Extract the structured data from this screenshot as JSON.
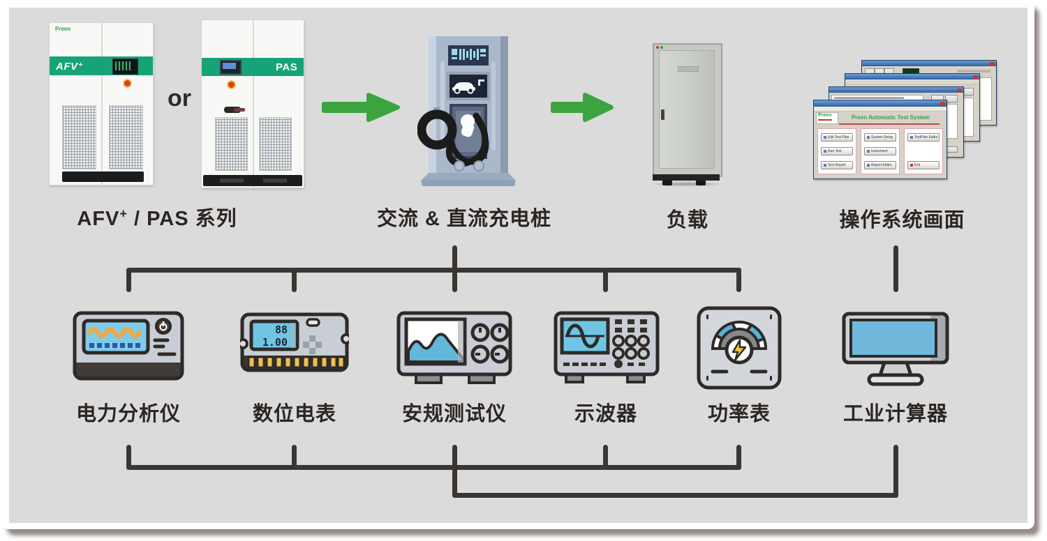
{
  "frame": {
    "background": "#dbdbdb",
    "border": "#ffffff",
    "shadow": "#70665f"
  },
  "colors": {
    "band_green": "#15a377",
    "arrow_green": "#3ba440",
    "connector_dark": "#3a3531",
    "caption_text": "#2c2522",
    "screen_blue": "#6ec6e4",
    "wave_orange": "#f3a73c",
    "pin_gold": "#eec04c",
    "gauge_blue": "#57b3d8",
    "bolt_yellow": "#f5c53a",
    "window_titlebar_blue": "#2f5f9e",
    "window_title_green": "#3f9e3f"
  },
  "top_row": {
    "brand": "Preen",
    "cabinet_left_badge": "AFV⁺",
    "cabinet_right_badge": "PAS",
    "or_label": "or",
    "caption_source": {
      "part1": "AFV",
      "sup": "+",
      "part2": "/ PAS 系列"
    },
    "caption_charger": "交流 & 直流充电桩",
    "caption_load": "负载",
    "caption_os": "操作系统画面"
  },
  "os_window": {
    "logo": "Preen",
    "title": "Preen Automatic Test System",
    "buttons_col1": [
      "Edit Test Plan",
      "Run Test",
      "Test Report"
    ],
    "buttons_col2": [
      "System Setup",
      "Instrument",
      "Report Editor"
    ],
    "buttons_col3": [
      "TestPlan Editor",
      "Exit"
    ]
  },
  "instruments": [
    {
      "id": "power-analyzer",
      "label": "电力分析仪"
    },
    {
      "id": "digital-meter",
      "label": "数位电表",
      "lcd_line1": "88",
      "lcd_line2": "1.00"
    },
    {
      "id": "safety-tester",
      "label": "安规测试仪"
    },
    {
      "id": "oscilloscope",
      "label": "示波器"
    },
    {
      "id": "power-meter",
      "label": "功率表"
    },
    {
      "id": "industrial-computer",
      "label": "工业计算器"
    }
  ]
}
